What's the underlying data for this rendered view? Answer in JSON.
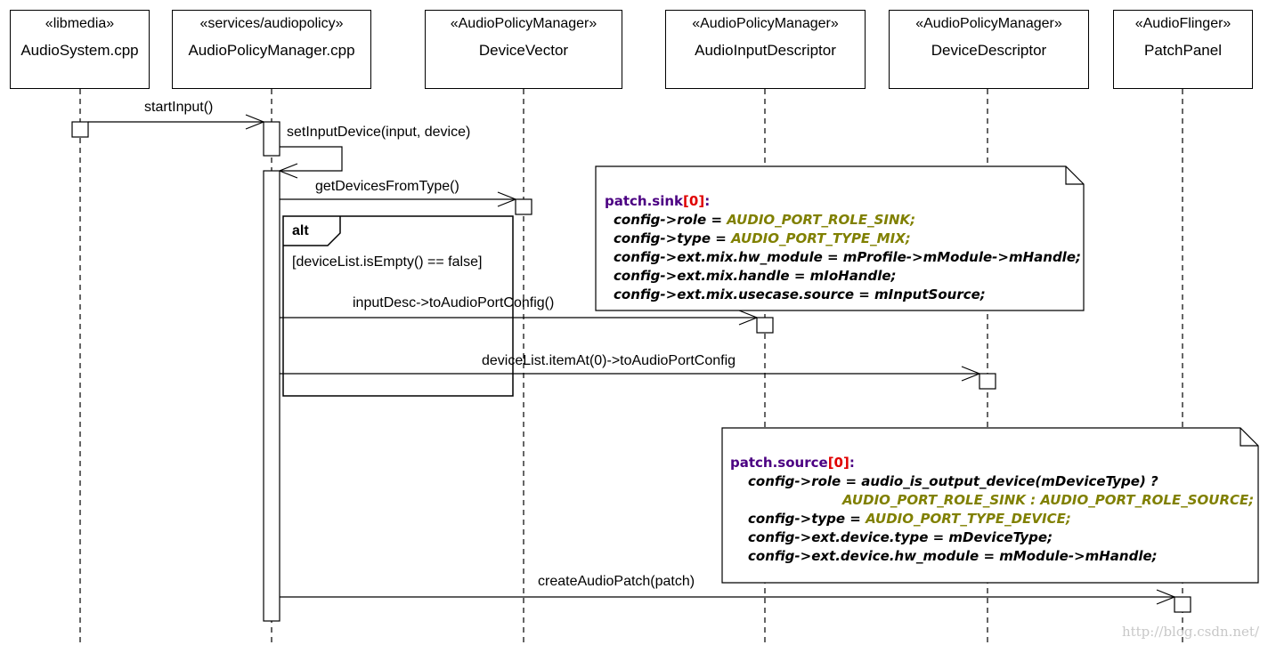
{
  "lifelines": [
    {
      "stereotype": "«libmedia»",
      "name": "AudioSystem.cpp"
    },
    {
      "stereotype": "«services/audiopolicy»",
      "name": "AudioPolicyManager.cpp"
    },
    {
      "stereotype": "«AudioPolicyManager»",
      "name": "DeviceVector"
    },
    {
      "stereotype": "«AudioPolicyManager»",
      "name": "AudioInputDescriptor"
    },
    {
      "stereotype": "«AudioPolicyManager»",
      "name": "DeviceDescriptor"
    },
    {
      "stereotype": "«AudioFlinger»",
      "name": "PatchPanel"
    }
  ],
  "messages": {
    "m1": "startInput()",
    "m2": "setInputDevice(input, device)",
    "m3": "getDevicesFromType()",
    "m4": "inputDesc->toAudioPortConfig()",
    "m5": "deviceList.itemAt(0)->toAudioPortConfig",
    "m6": "createAudioPatch(patch)"
  },
  "alt_frame": {
    "tag": "alt",
    "guard": "[deviceList.isEmpty() == false]"
  },
  "note_sink": {
    "title": "patch.sink",
    "index": "[0]",
    "colon": ":",
    "l1_a": "config->role = ",
    "l1_b": "AUDIO_PORT_ROLE_SINK;",
    "l2_a": "config->type = ",
    "l2_b": "AUDIO_PORT_TYPE_MIX;",
    "l3": "config->ext.mix.hw_module = mProfile->mModule->mHandle;",
    "l4": "config->ext.mix.handle = mIoHandle;",
    "l5": "config->ext.mix.usecase.source = mInputSource;"
  },
  "note_source": {
    "title": "patch.source",
    "index": "[0]",
    "colon": ":",
    "l1": "config->role = audio_is_output_device(mDeviceType) ?",
    "l2": "AUDIO_PORT_ROLE_SINK : AUDIO_PORT_ROLE_SOURCE;",
    "l3_a": "config->type = ",
    "l3_b": "AUDIO_PORT_TYPE_DEVICE;",
    "l4": "config->ext.device.type = mDeviceType;",
    "l5": "config->ext.device.hw_module = mModule->mHandle;"
  },
  "watermark": "http://blog.csdn.net/"
}
